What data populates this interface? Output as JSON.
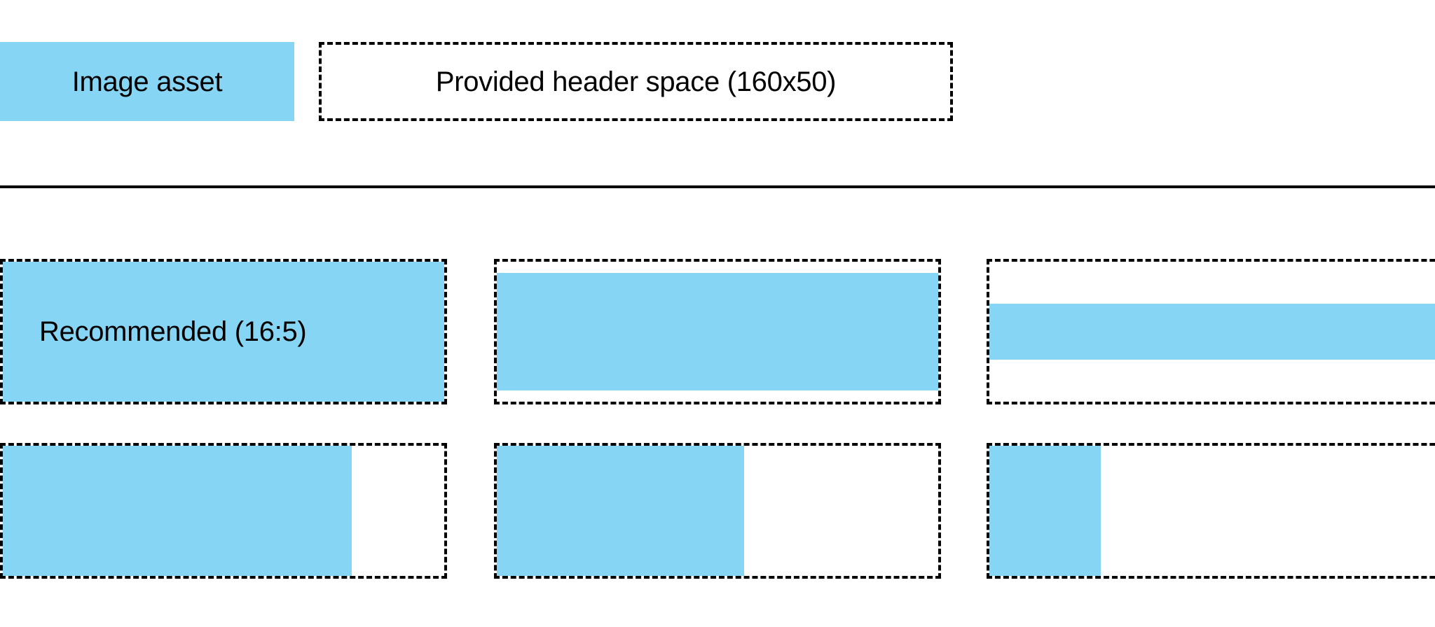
{
  "header": {
    "asset_swatch_label": "Image asset",
    "provided_space_label": "Provided header space (160x50)"
  },
  "colors": {
    "asset_blue": "#87D5F5",
    "outline": "#000000",
    "background": "#FFFFFF"
  },
  "grid": {
    "rows": [
      {
        "name": "letterbox-row",
        "cells": [
          {
            "label": "Recommended (16:5)",
            "fit": "letterbox",
            "fill_height_pct": 100,
            "fill_width_pct": 100
          },
          {
            "label": "",
            "fit": "letterbox",
            "fill_height_pct": 84,
            "fill_width_pct": 100
          },
          {
            "label": "",
            "fit": "letterbox",
            "fill_height_pct": 40,
            "fill_width_pct": 100
          }
        ]
      },
      {
        "name": "pillarbox-row",
        "cells": [
          {
            "label": "",
            "fit": "pillarbox",
            "fill_height_pct": 100,
            "fill_width_pct": 79
          },
          {
            "label": "",
            "fit": "pillarbox",
            "fill_height_pct": 100,
            "fill_width_pct": 56
          },
          {
            "label": "",
            "fit": "pillarbox",
            "fill_height_pct": 100,
            "fill_width_pct": 23
          }
        ]
      }
    ]
  }
}
